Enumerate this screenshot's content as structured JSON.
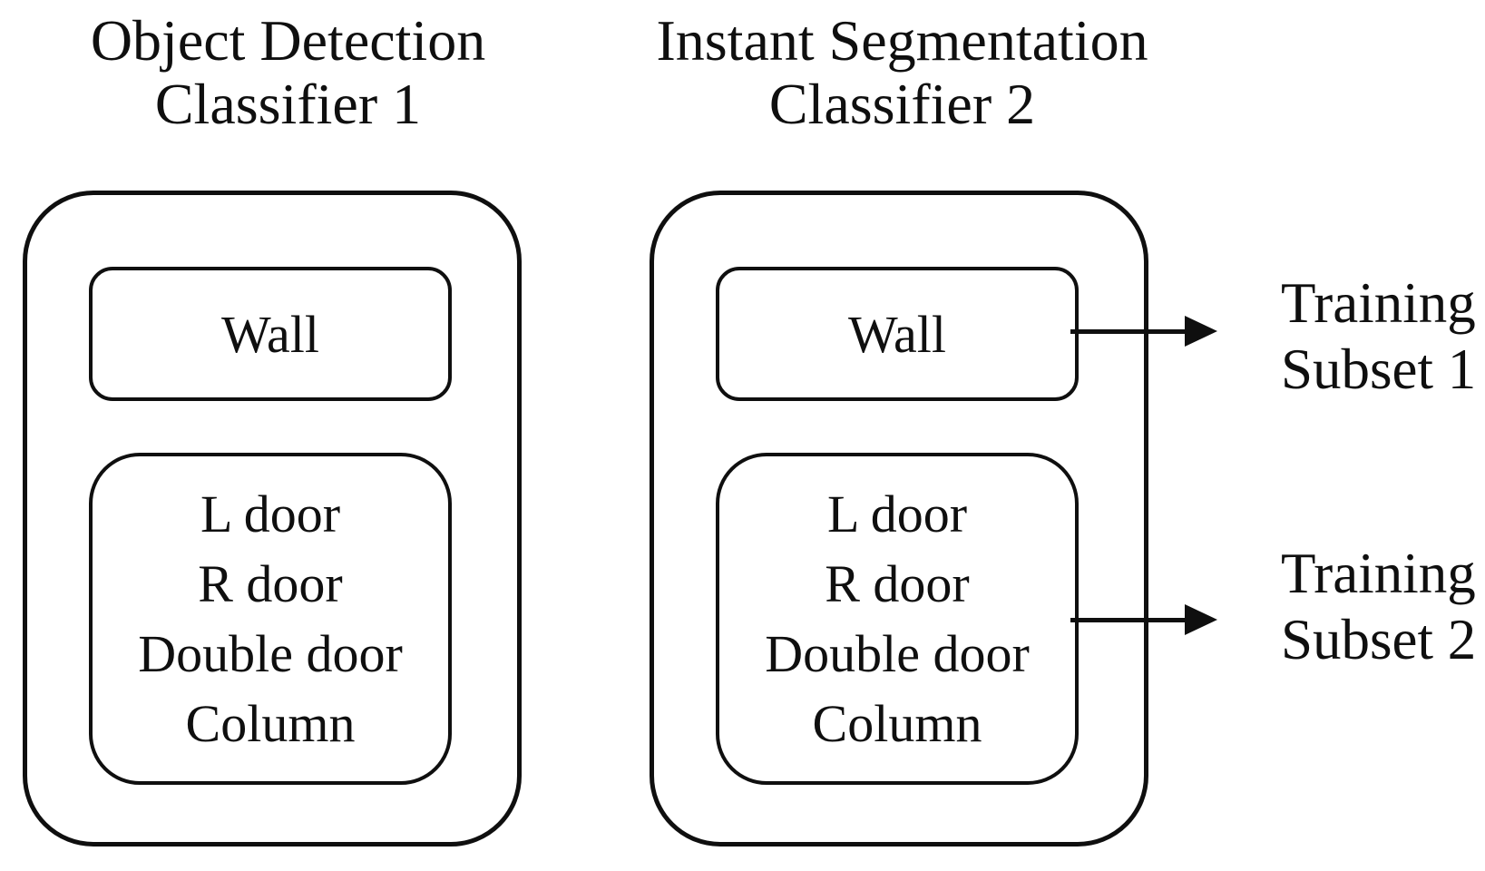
{
  "diagram": {
    "colors": {
      "line": "#0f0f0f",
      "background": "#ffffff"
    },
    "classifiers": [
      {
        "title_line1": "Object Detection",
        "title_line2": "Classifier 1",
        "wall_label": "Wall",
        "classes": [
          "L door",
          "R door",
          "Double door",
          "Column"
        ]
      },
      {
        "title_line1": "Instant Segmentation",
        "title_line2": "Classifier 2",
        "wall_label": "Wall",
        "classes": [
          "L door",
          "R door",
          "Double door",
          "Column"
        ]
      }
    ],
    "outputs": [
      {
        "line1": "Training",
        "line2": "Subset 1"
      },
      {
        "line1": "Training",
        "line2": "Subset 2"
      }
    ]
  }
}
